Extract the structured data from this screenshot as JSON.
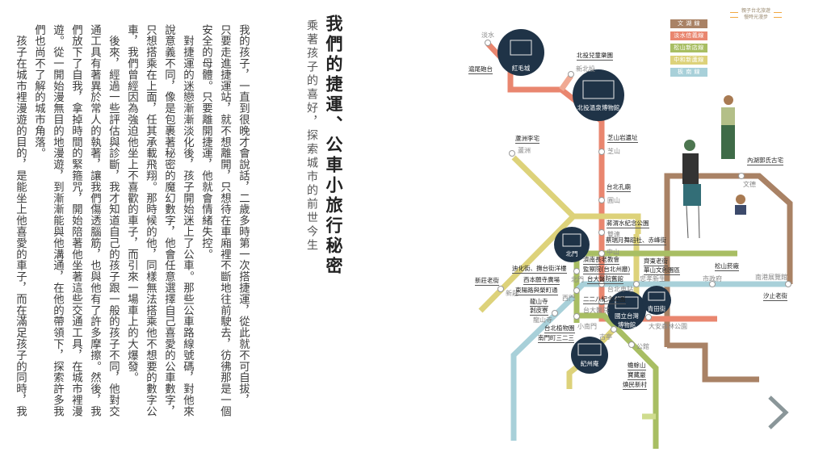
{
  "article": {
    "title": "我們的捷運、公車小旅行秘密",
    "subtitle": "乘著孩子的喜好，探索城市的前世今生",
    "paragraph_lines": [
      "我的孩子，一直到很晚才會說話，二歲多時第一次搭捷運，從此就不可自拔，",
      "只要走進捷運站，就不想離開，只想待在車廂裡不斷地往前駛去，彷彿那是一個",
      "安全的母體。只要離開捷運，他就會情緒失控。",
      "　對捷運的迷戀漸漸淡化後，孩子開始迷上了公車。那些公車路線號碼，對他來",
      "說意義不同，像是包裹著秘密的魔幻數字，他會任意選擇自己喜愛的公車數字，",
      "只想搭乘在上面，任其承載飛翔。那時候的他，同樣無法搭乘他不想要的數字公",
      "車，我們曾經因為強迫他坐上不喜歡的車子，而引來一場車上的大爆發。",
      "　後來，經過一些評估與診斷，我才知道自己的孩子跟一般的孩子不同，他對交",
      "通工具有著異於常人的執著，讓我們傷透腦筋，也與他有了許多摩擦。然後，我",
      "們放下了自我，拿掉時間的緊箍咒，開始陪著他坐著這些交通工具，在城市裡漫",
      "遊。從一開始漫無目的地漫遊，到漸漸能與他溝通，在他的帶領下，探索許多我",
      "們也尚不了解的城市角落。",
      "　孩子在城市裡漫遊的目的，是能坐上他喜愛的車子，而在滿足孩子的同時，我"
    ]
  },
  "logo": {
    "line1": "親子台北旅遊",
    "line2": "慢時光漫步"
  },
  "legend": [
    {
      "label": "文 湖 線",
      "color": "#a98265"
    },
    {
      "label": "淡水信義線",
      "color": "#e9866f"
    },
    {
      "label": "松山新店線",
      "color": "#a8be63"
    },
    {
      "label": "中和新蘆線",
      "color": "#ddd27a"
    },
    {
      "label": "板 南 線",
      "color": "#a8d0d9"
    }
  ],
  "circles": [
    "紅毛城",
    "北投溫泉博物館",
    "北門",
    "國立台灣博物館",
    "青田街",
    "紀州庵"
  ],
  "stations": [
    "淡水",
    "新北投",
    "芝山",
    "圓山",
    "蘆洲",
    "雙連",
    "中山",
    "北門",
    "台北車站",
    "忠孝新生",
    "西門",
    "台大醫院",
    "龍山寺",
    "小南門",
    "古亭",
    "公館",
    "大安森林公園",
    "新莊",
    "市政府",
    "南港展覽館",
    "文德"
  ],
  "landmarks": [
    "滬尾砲台",
    "北投兒童樂園",
    "芝山岩遺址",
    "台北孔廟",
    "蘆洲李宅",
    "蔣渭水紀念公園",
    "蔡瑞月舞蹈社、赤峰街",
    "迪化街、撫台街洋樓",
    "濟南長老教會",
    "監察院(台北州廳)",
    "台大醫院舊館",
    "齊東老街",
    "華山文創園區",
    "西本願寺廣場",
    "東陽路與榮町通",
    "二二八紀念公園",
    "龍山寺",
    "剝皮寮",
    "台北植物園",
    "南門町三二三",
    "蟾蜍山",
    "寶藏巖",
    "煥民新村",
    "新莊老街",
    "松山菸廠",
    "汐止老街",
    "內湖郭氏古宅"
  ],
  "nav": {
    "next_icon": "chevron-right-icon"
  }
}
